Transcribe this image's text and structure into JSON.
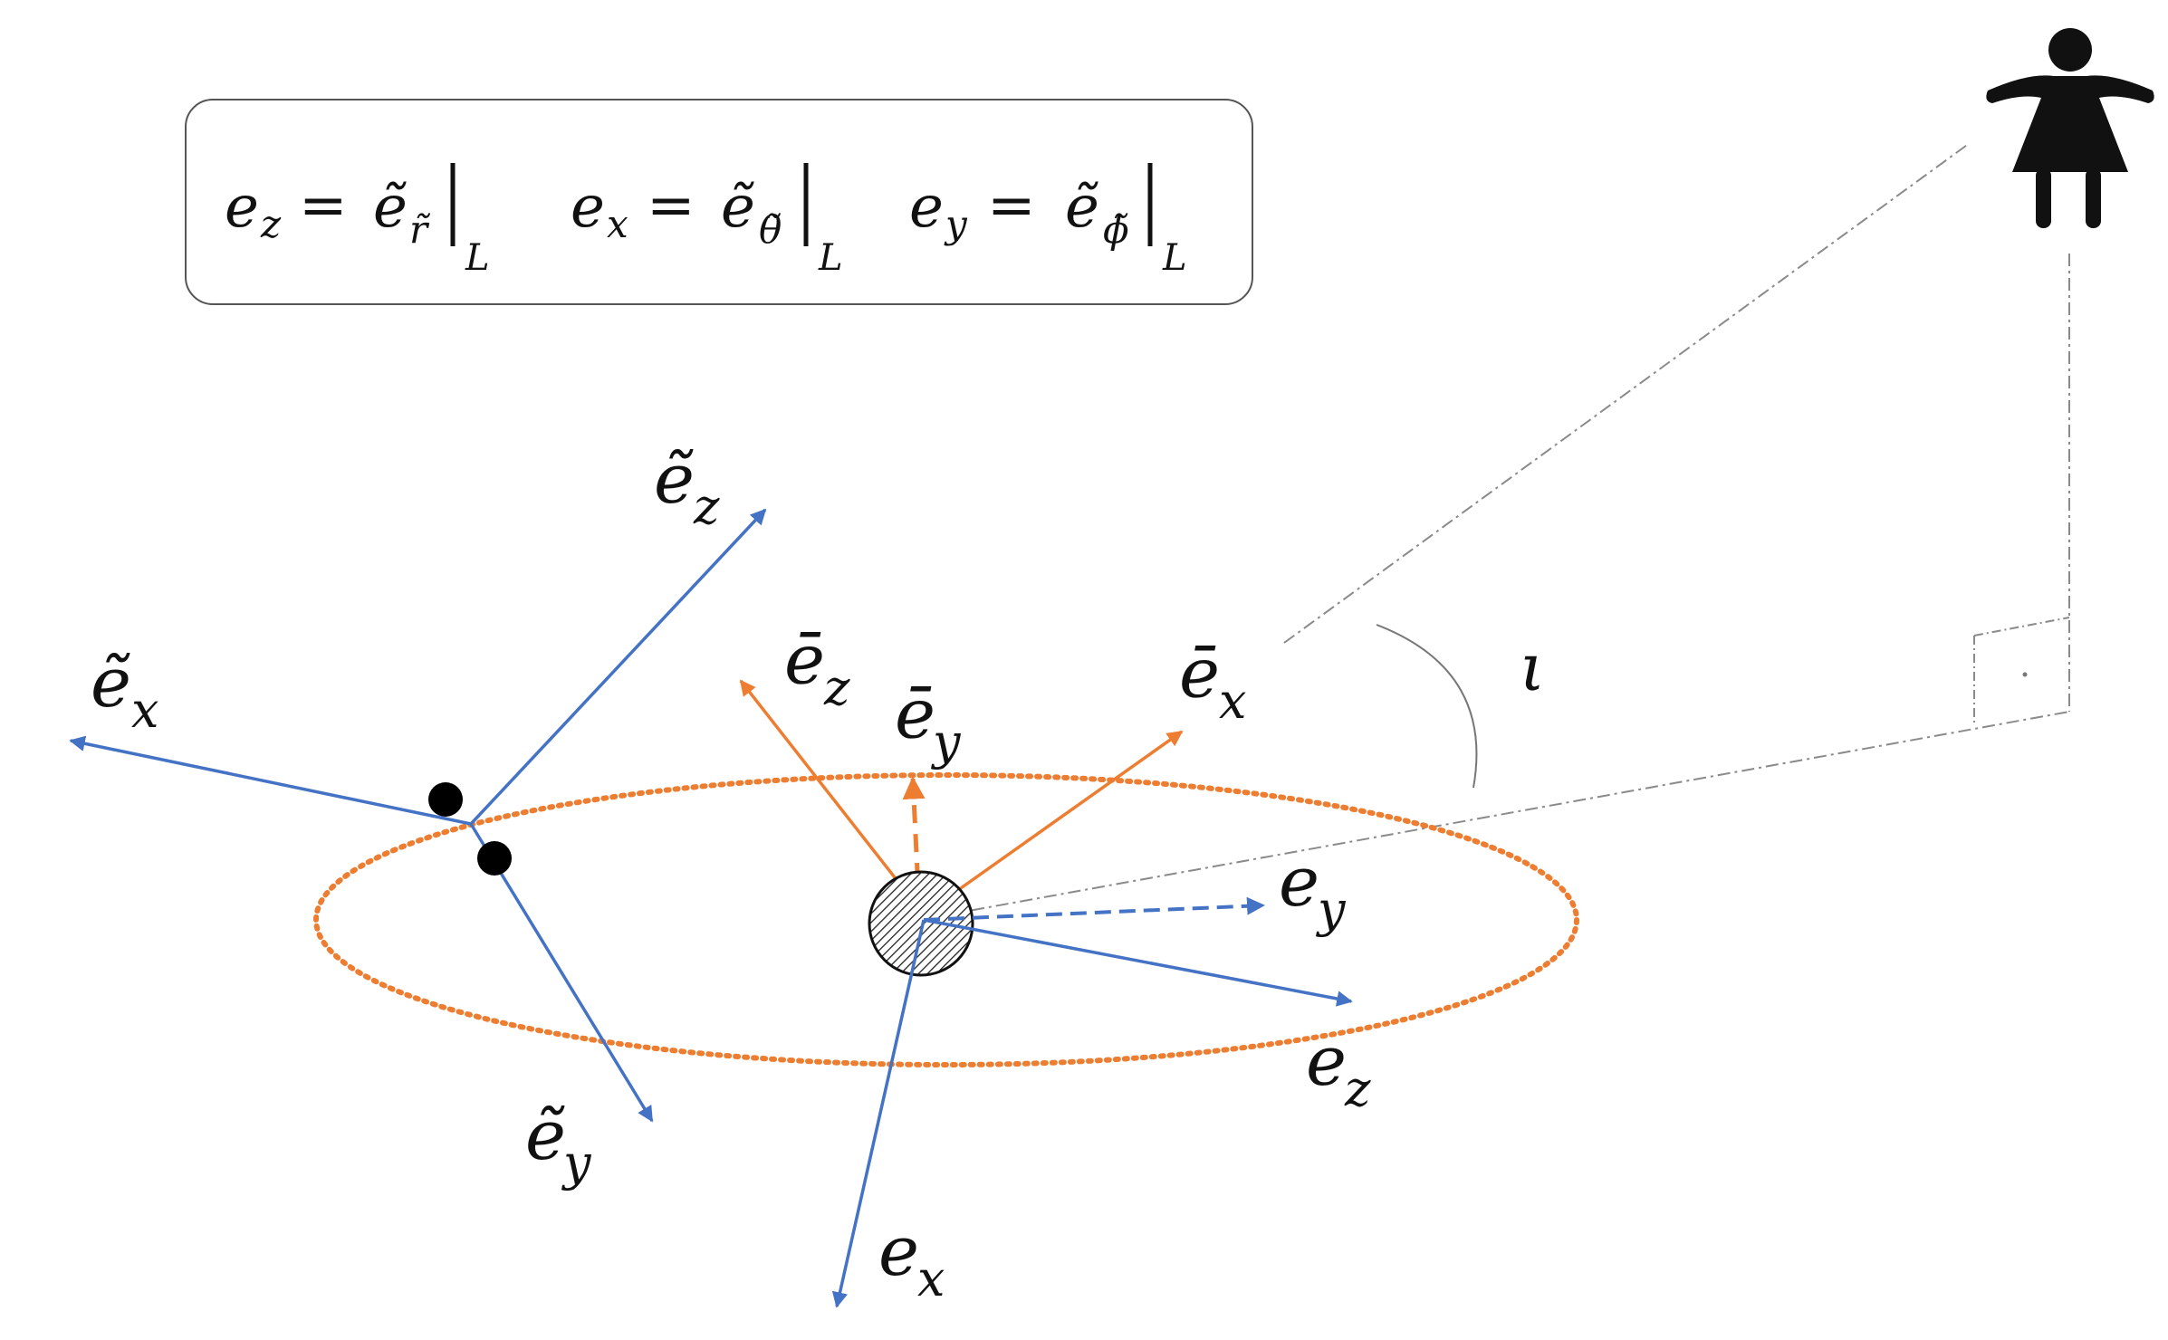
{
  "colors": {
    "blue": "#4472c4",
    "orange": "#ed7d31",
    "ink": "#111111",
    "gray": "#8a8a8a"
  },
  "equation_box": {
    "eq1": {
      "lhs_base": "e",
      "lhs_sub": "z",
      "equals": "=",
      "rhs_base": "ẽ",
      "rhs_sub": "r̃",
      "bar": "|",
      "eval_sub": "L"
    },
    "eq2": {
      "lhs_base": "e",
      "lhs_sub": "x",
      "equals": "=",
      "rhs_base": "ẽ",
      "rhs_sub": "θ̃",
      "bar": "|",
      "eval_sub": "L"
    },
    "eq3": {
      "lhs_base": "e",
      "lhs_sub": "y",
      "equals": "=",
      "rhs_base": "ẽ",
      "rhs_sub": "ϕ̃",
      "bar": "|",
      "eval_sub": "L"
    }
  },
  "labels": {
    "tilde_ez": {
      "base": "ẽ",
      "sub": "z"
    },
    "tilde_ex": {
      "base": "ẽ",
      "sub": "x"
    },
    "tilde_ey": {
      "base": "ẽ",
      "sub": "y"
    },
    "bar_ez": {
      "base": "ē",
      "sub": "z"
    },
    "bar_ey": {
      "base": "ē",
      "sub": "y"
    },
    "bar_ex": {
      "base": "ē",
      "sub": "x"
    },
    "ey": {
      "base": "e",
      "sub": "y"
    },
    "ez": {
      "base": "e",
      "sub": "z"
    },
    "ex": {
      "base": "e",
      "sub": "x"
    },
    "inclination": "ι"
  },
  "icons": {
    "observer": "person-icon",
    "central_body": "hatched-sphere-icon",
    "right_angle": "right-angle-marker-icon"
  }
}
